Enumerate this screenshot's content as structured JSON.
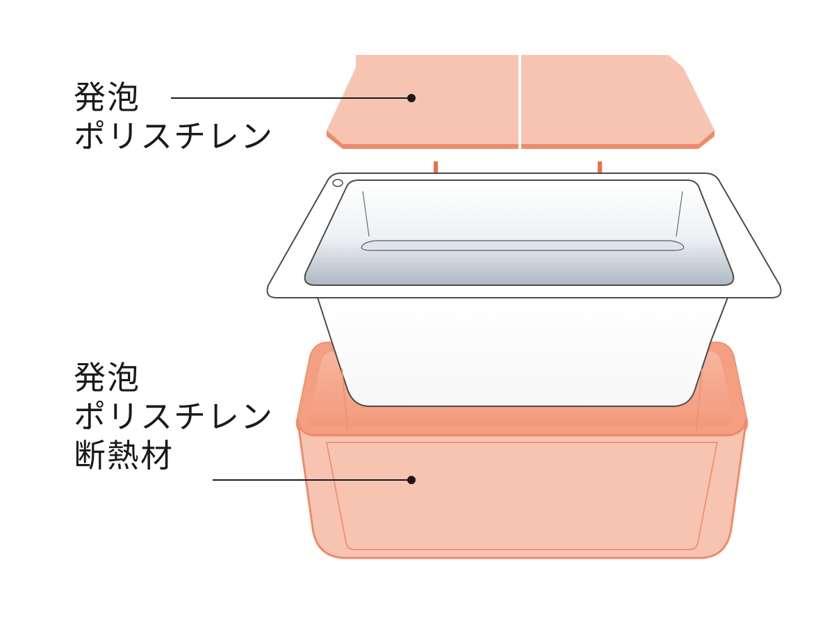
{
  "labels": {
    "lid": {
      "line1": "発泡",
      "line2": "ポリスチレン"
    },
    "insulation": {
      "line1": "発泡",
      "line2": "ポリスチレン",
      "line3": "断熱材"
    }
  },
  "colors": {
    "foam_fill": "#f8c4b2",
    "foam_edge": "#ef8a6a",
    "foam_outline": "#ee9474",
    "arrow": "#ec6f45",
    "tub_outline": "#4a4a4a",
    "tub_basin_dark": "#aeb8c2",
    "tub_basin_light": "#ffffff",
    "leader_line": "#1a1a1a"
  }
}
